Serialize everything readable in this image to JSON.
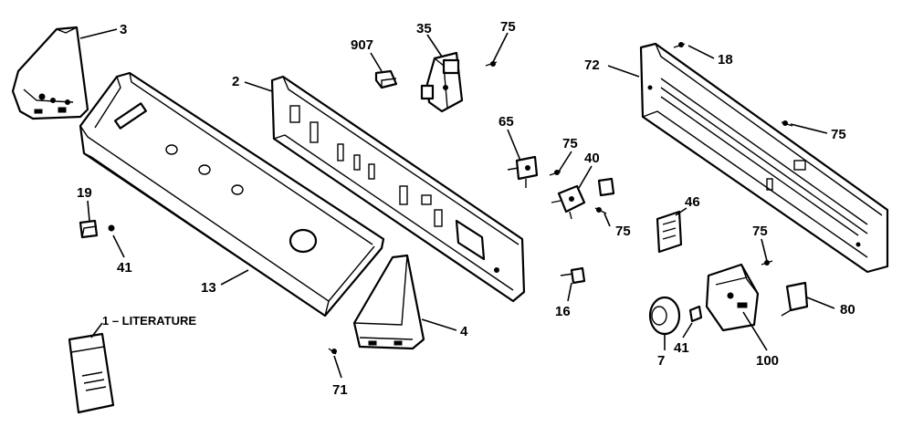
{
  "callouts": [
    {
      "key": "c3",
      "text": "3"
    },
    {
      "key": "c907",
      "text": "907"
    },
    {
      "key": "c35",
      "text": "35"
    },
    {
      "key": "c75a",
      "text": "75"
    },
    {
      "key": "c72",
      "text": "72"
    },
    {
      "key": "c18",
      "text": "18"
    },
    {
      "key": "c2",
      "text": "2"
    },
    {
      "key": "c65",
      "text": "65"
    },
    {
      "key": "c75b",
      "text": "75"
    },
    {
      "key": "c75c",
      "text": "75"
    },
    {
      "key": "c40",
      "text": "40"
    },
    {
      "key": "c75d",
      "text": "75"
    },
    {
      "key": "c19",
      "text": "19"
    },
    {
      "key": "c41a",
      "text": "41"
    },
    {
      "key": "c46",
      "text": "46"
    },
    {
      "key": "c75e",
      "text": "75"
    },
    {
      "key": "c13",
      "text": "13"
    },
    {
      "key": "c16",
      "text": "16"
    },
    {
      "key": "c80",
      "text": "80"
    },
    {
      "key": "clit",
      "text": "1 – LITERATURE"
    },
    {
      "key": "c4",
      "text": "4"
    },
    {
      "key": "c7",
      "text": "7"
    },
    {
      "key": "c41b",
      "text": "41"
    },
    {
      "key": "c100",
      "text": "100"
    },
    {
      "key": "c71",
      "text": "71"
    }
  ]
}
